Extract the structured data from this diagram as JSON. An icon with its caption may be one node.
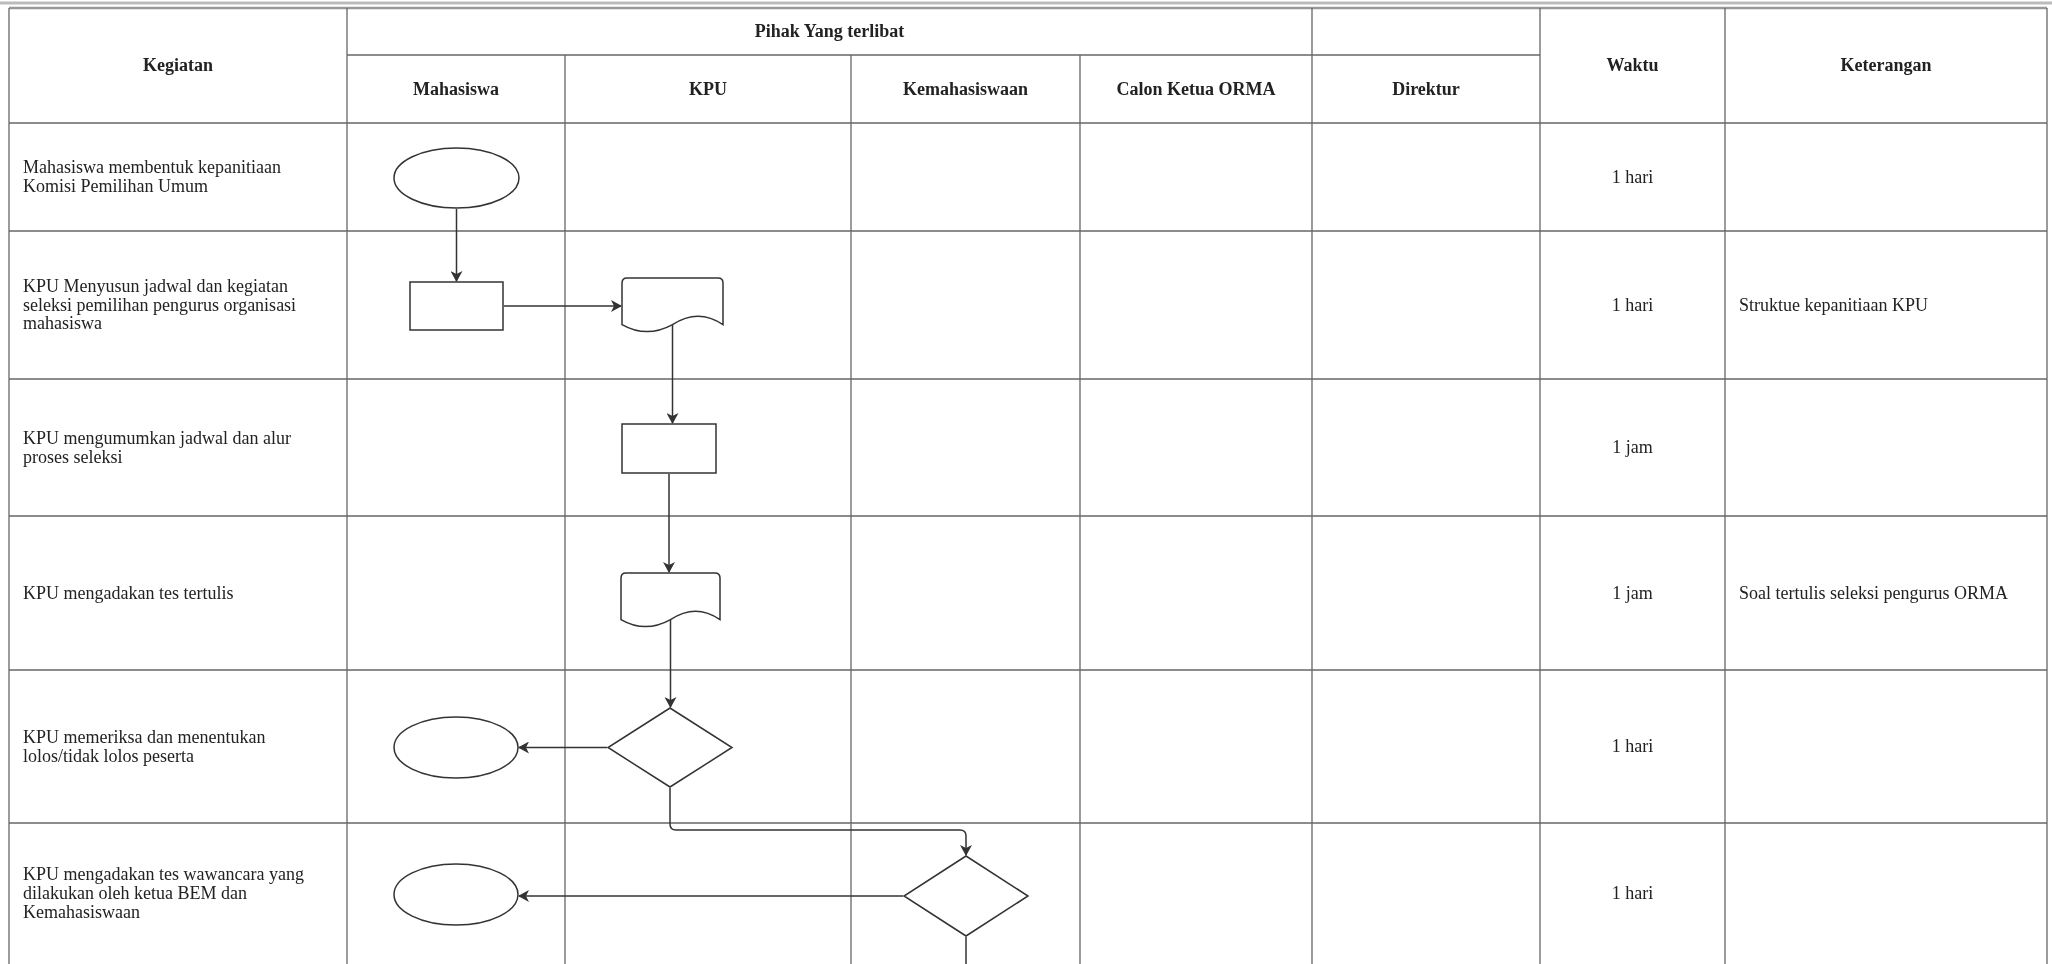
{
  "diagram": {
    "nodes": [
      {
        "text": [],
        "shape": "ellipse"
      },
      {
        "text": [],
        "shape": "box"
      },
      {
        "text": [],
        "shape": "document"
      },
      {
        "text": [],
        "shape": "box"
      },
      {
        "text": [],
        "shape": "document"
      },
      {
        "text": [],
        "shape": "ellipse"
      },
      {
        "text": [],
        "shape": "diamond"
      },
      {
        "text": [],
        "shape": "ellipse"
      },
      {
        "text": [],
        "shape": "diamond"
      }
    ],
    "edges": [
      {
        "from": 0,
        "to": 1,
        "arrow": "to"
      },
      {
        "from": 1,
        "to": 2,
        "arrow": "to"
      },
      {
        "from": 2,
        "to": 3,
        "arrow": "to"
      },
      {
        "from": 3,
        "to": 4,
        "arrow": "to"
      },
      {
        "from": 4,
        "to": 6,
        "arrow": "to"
      },
      {
        "from": 6,
        "to": 5,
        "arrow": "to"
      },
      {
        "from": 6,
        "to": 8,
        "arrow": "to"
      },
      {
        "from": 8,
        "to": 7,
        "arrow": "to"
      },
      {
        "from": 8,
        "to": null,
        "arrow": "none"
      }
    ],
    "labels": [
      "Kegiatan",
      "Pihak Yang terlibat",
      "Waktu",
      "Keterangan",
      "Mahasiswa",
      "KPU",
      "Kemahasiswaan",
      "Calon Ketua ORMA",
      "Direktur",
      "Mahasiswa membentuk kepanitiaan Komisi Pemilihan Umum",
      "1 hari",
      "KPU Menyusun jadwal dan kegiatan seleksi pemilihan pengurus organisasi mahasiswa",
      "1 hari",
      "Struktue kepanitiaan KPU",
      "KPU mengumumkan jadwal dan alur proses seleksi",
      "1 jam",
      "KPU mengadakan tes tertulis",
      "1 jam",
      "Soal tertulis seleksi pengurus ORMA",
      "KPU memeriksa dan menentukan lolos/tidak lolos peserta",
      "1 hari",
      "KPU mengadakan tes wawancara yang dilakukan oleh ketua BEM dan Kemahasiswaan",
      "1 hari"
    ]
  }
}
